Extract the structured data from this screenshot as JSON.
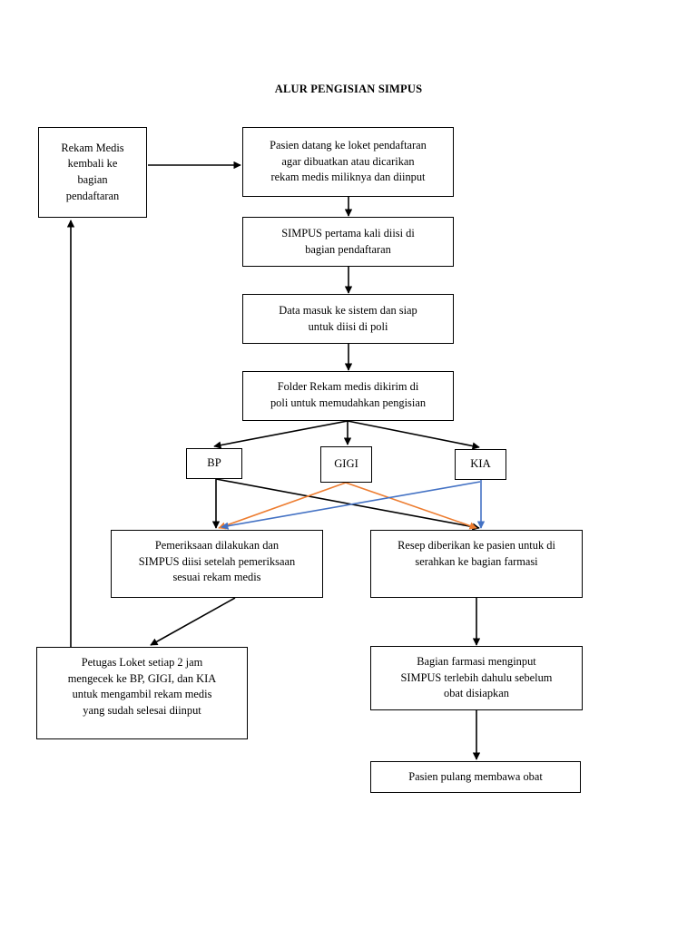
{
  "document": {
    "title": "ALUR PENGISIAN SIMPUS"
  },
  "colors": {
    "stroke": "#000000",
    "orange": "#ED7D31",
    "blue": "#4472C4",
    "background": "#FFFFFF"
  },
  "nodes": {
    "rekam_medis_kembali": {
      "label": "Rekam Medis\nkembali ke\nbagian\npendaftaran"
    },
    "pasien_datang": {
      "label": "Pasien datang ke loket pendaftaran\nagar dibuatkan atau dicarikan\nrekam medis miliknya dan diinput"
    },
    "simpus_pertama": {
      "label": "SIMPUS pertama kali diisi di\nbagian pendaftaran"
    },
    "data_masuk": {
      "label": "Data masuk ke sistem dan siap\nuntuk diisi di poli"
    },
    "folder_rekam_medis": {
      "label": "Folder Rekam medis dikirim di\npoli untuk memudahkan pengisian\n."
    },
    "poli_bp": {
      "label": "BP"
    },
    "poli_gigi": {
      "label": "GIGI"
    },
    "poli_kia": {
      "label": "KIA"
    },
    "pemeriksaan": {
      "label": "Pemeriksaan dilakukan dan\nSIMPUS diisi setelah pemeriksaan\nsesuai rekam medis"
    },
    "resep": {
      "label": "Resep diberikan ke pasien untuk di\nserahkan ke bagian farmasi"
    },
    "petugas_loket": {
      "label": "Petugas Loket setiap 2 jam\nmengecek ke BP, GIGI,  dan KIA\nuntuk mengambil rekam medis\nyang sudah selesai diinput"
    },
    "bagian_farmasi": {
      "label": "Bagian farmasi menginput\nSIMPUS terlebih dahulu sebelum\nobat disiapkan"
    },
    "pasien_pulang": {
      "label": "Pasien pulang membawa obat"
    }
  },
  "connectors": [
    {
      "name": "rekam-medis-to-pasien-datang",
      "color": "#000000"
    },
    {
      "name": "pasien-datang-to-simpus",
      "color": "#000000"
    },
    {
      "name": "simpus-to-data-masuk",
      "color": "#000000"
    },
    {
      "name": "data-masuk-to-folder",
      "color": "#000000"
    },
    {
      "name": "folder-to-bp",
      "color": "#000000"
    },
    {
      "name": "folder-to-gigi",
      "color": "#000000"
    },
    {
      "name": "folder-to-kia",
      "color": "#000000"
    },
    {
      "name": "bp-to-pemeriksaan",
      "color": "#000000"
    },
    {
      "name": "bp-to-resep",
      "color": "#000000"
    },
    {
      "name": "gigi-to-pemeriksaan",
      "color": "#ED7D31"
    },
    {
      "name": "gigi-to-resep",
      "color": "#ED7D31"
    },
    {
      "name": "kia-to-pemeriksaan",
      "color": "#4472C4"
    },
    {
      "name": "kia-to-resep",
      "color": "#4472C4"
    },
    {
      "name": "pemeriksaan-to-petugas-loket",
      "color": "#000000"
    },
    {
      "name": "petugas-loket-to-rekam-medis",
      "color": "#000000"
    },
    {
      "name": "resep-to-bagian-farmasi",
      "color": "#000000"
    },
    {
      "name": "bagian-farmasi-to-pasien-pulang",
      "color": "#000000"
    }
  ]
}
